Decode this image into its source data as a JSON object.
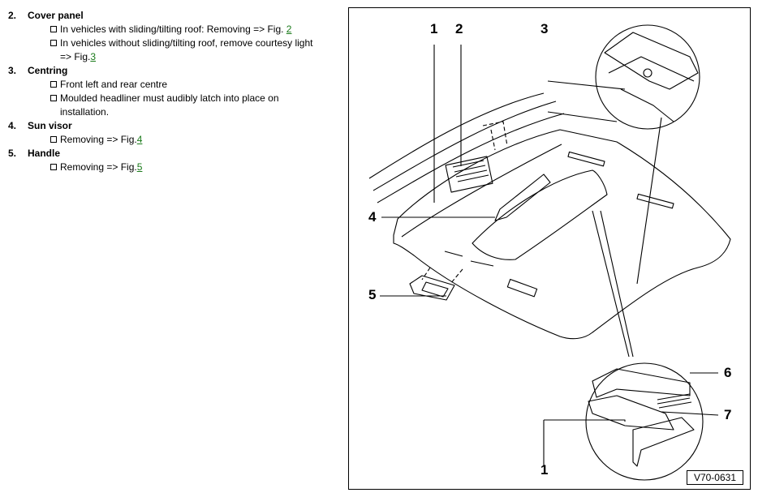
{
  "items": [
    {
      "num": "2.",
      "title": "Cover panel",
      "subs": [
        {
          "text": "In vehicles with sliding/tilting roof: Removing => Fig. ",
          "link": "2"
        },
        {
          "text": "In vehicles without sliding/tilting roof, remove courtesy light => Fig.",
          "link": "3"
        }
      ]
    },
    {
      "num": "3.",
      "title": "Centring",
      "subs": [
        {
          "text": "Front left and rear centre",
          "link": ""
        },
        {
          "text": "Moulded headliner must audibly latch into place on installation.",
          "link": ""
        }
      ]
    },
    {
      "num": "4.",
      "title": "Sun visor",
      "subs": [
        {
          "text": "Removing => Fig.",
          "link": "4"
        }
      ]
    },
    {
      "num": "5.",
      "title": "Handle",
      "subs": [
        {
          "text": "Removing => Fig.",
          "link": "5"
        }
      ]
    }
  ],
  "figure": {
    "callouts": [
      "1",
      "2",
      "3",
      "4",
      "5",
      "6",
      "7",
      "1"
    ],
    "code": "V70-0631"
  }
}
